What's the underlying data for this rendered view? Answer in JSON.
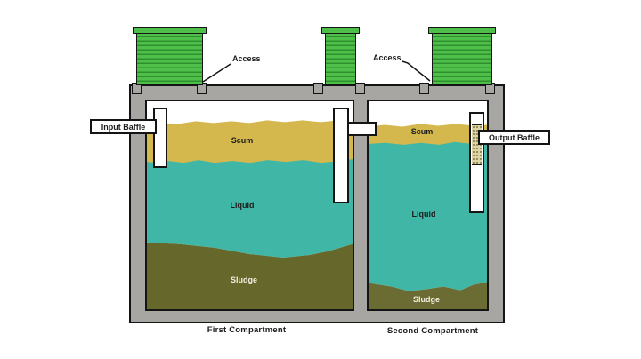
{
  "figure": {
    "type": "septic-tank-cross-section-diagram"
  },
  "labels": {
    "access_first": "Access",
    "access_second": "Access",
    "input_baffle": "Input Baffle",
    "output_baffle": "Output Baffle"
  },
  "compartments": {
    "first": {
      "name": "First Compartment",
      "layers": {
        "scum": "Scum",
        "liquid": "Liquid",
        "sludge": "Sludge"
      }
    },
    "second": {
      "name": "Second Compartment",
      "layers": {
        "scum": "Scum",
        "liquid": "Liquid",
        "sludge": "Sludge"
      }
    }
  },
  "colors": {
    "background": "#ffffff",
    "riser_green": "#4ec04a",
    "riser_rib": "#2f8f2e",
    "tank_gray": "#a7a6a2",
    "scum_yellow": "#d4b84e",
    "liquid_teal": "#40b7a6",
    "sludge_first": "#66672b",
    "sludge_second": "#6b6c33",
    "outline_black": "#141414",
    "filter_tan": "#ddd3a4",
    "filter_dot": "#8f8758",
    "label_text": "#1c1c1c",
    "sludge_label_text": "#f2efdf"
  }
}
